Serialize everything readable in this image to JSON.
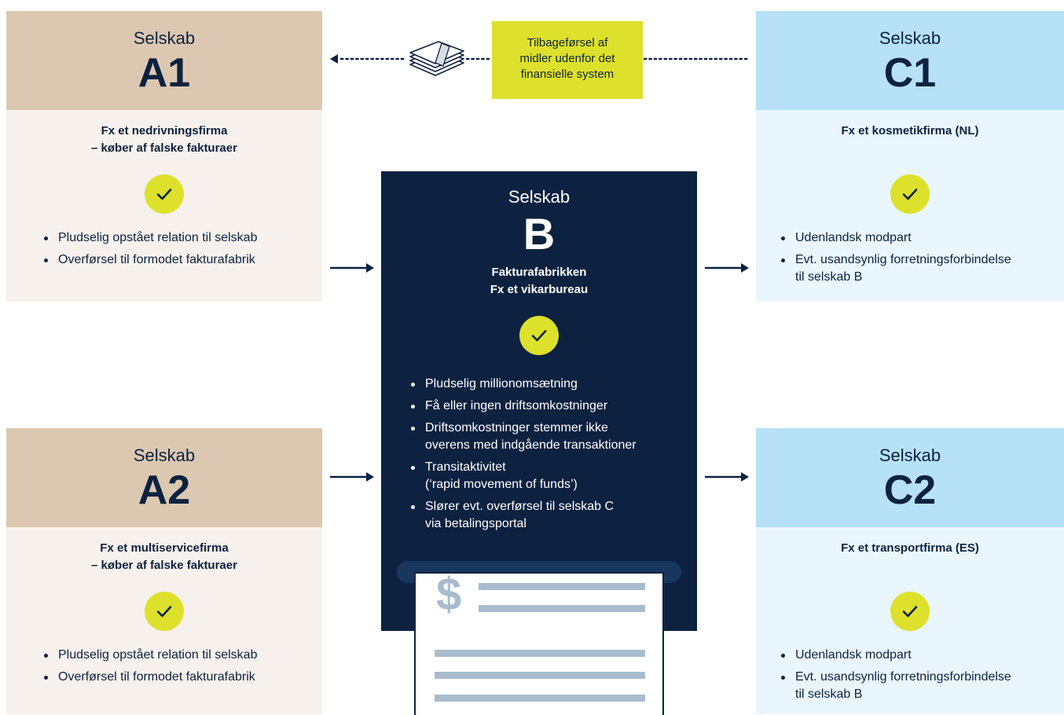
{
  "colors": {
    "navy": "#0d2240",
    "tan_header": "#dcc8b1",
    "tan_body": "#f6f1ec",
    "blue_header": "#b6e1f6",
    "blue_body": "#eaf6fd",
    "accent_yellow": "#dde12b"
  },
  "note": {
    "lines": [
      "Tilbageførsel af",
      "midler udenfor det",
      "finansielle system"
    ]
  },
  "card_a1": {
    "word": "Selskab",
    "code": "A1",
    "sub_lines": [
      "Fx et nedrivningsfirma",
      "– køber af falske fakturaer"
    ],
    "bullets": [
      "Pludselig opstået relation til selskab",
      "Overførsel til formodet fakturafabrik"
    ]
  },
  "card_a2": {
    "word": "Selskab",
    "code": "A2",
    "sub_lines": [
      "Fx et multiservicefirma",
      "– køber af falske fakturaer"
    ],
    "bullets": [
      "Pludselig opstået relation til selskab",
      "Overførsel til formodet fakturafabrik"
    ]
  },
  "card_b": {
    "word": "Selskab",
    "code": "B",
    "sub_lines": [
      "Fakturafabrikken",
      "Fx et vikarbureau"
    ],
    "bullets": [
      [
        "Pludselig millionomsætning"
      ],
      [
        "Få eller ingen driftsomkostninger"
      ],
      [
        "Driftsomkostninger stemmer ikke",
        "overens med indgående transaktioner"
      ],
      [
        "Transitaktivitet",
        "(‘rapid movement of funds’)"
      ],
      [
        "Slører evt. overførsel til selskab C",
        "via betalingsportal"
      ]
    ]
  },
  "card_c1": {
    "word": "Selskab",
    "code": "C1",
    "sub_lines": [
      "Fx et kosmetikfirma (NL)"
    ],
    "bullets": [
      [
        "Udenlandsk modpart"
      ],
      [
        "Evt. usandsynlig forretningsforbindelse",
        "til selskab B"
      ]
    ]
  },
  "card_c2": {
    "word": "Selskab",
    "code": "C2",
    "sub_lines": [
      "Fx et transportfirma (ES)"
    ],
    "bullets": [
      [
        "Udenlandsk modpart"
      ],
      [
        "Evt. usandsynlig forretningsforbindelse",
        "til selskab B"
      ]
    ]
  },
  "icons": {
    "check": "check-icon",
    "cash": "cash-stack-icon",
    "invoice": "invoice-dollar-icon",
    "arrow": "arrow-right-icon"
  },
  "invoice_symbol": "$"
}
